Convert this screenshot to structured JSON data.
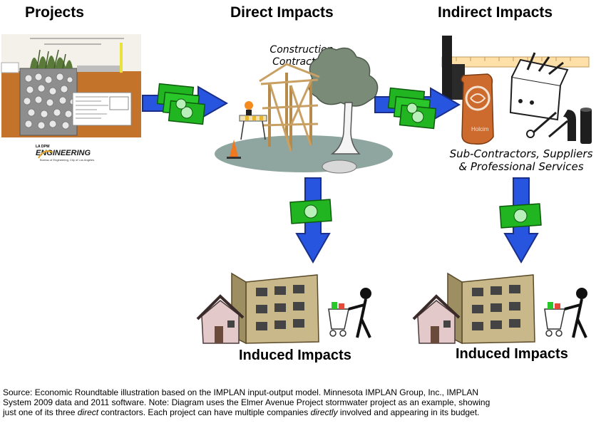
{
  "headings": {
    "projects": "Projects",
    "direct": "Direct Impacts",
    "indirect": "Indirect Impacts"
  },
  "labels": {
    "construction_line1": "Construction",
    "construction_line2": "Contractors",
    "subcontractors_line1": "Sub-Contractors, Suppliers",
    "subcontractors_line2": "& Professional Services",
    "induced_left": "Induced Impacts",
    "induced_right": "Induced Impacts"
  },
  "project_graphic": {
    "logo_top": "LA DPW",
    "logo_text": "ENGINEERING",
    "logo_sub": "Bureau of Engineering, City of Los Angeles"
  },
  "supplier_graphic": {
    "bag_label": "Holcim"
  },
  "caption": {
    "line1": "Source: Economic Roundtable illustration based on the IMPLAN input-output model.  Minnesota IMPLAN Group, Inc., IMPLAN",
    "line2": "System 2009 data and 2011 software.  Note: Diagram uses the Elmer Avenue Project stormwater project as an example, showing",
    "line3_a": "just one of its three ",
    "line3_b": "direct",
    "line3_c": " contractors.  Each project can have multiple companies ",
    "line3_d": "directly",
    "line3_e": " involved and appearing in its budget."
  },
  "colors": {
    "arrow_blue": "#2855e0",
    "money_green": "#21b521",
    "soil_brown": "#c4742a",
    "building_tan": "#c9b98a"
  }
}
